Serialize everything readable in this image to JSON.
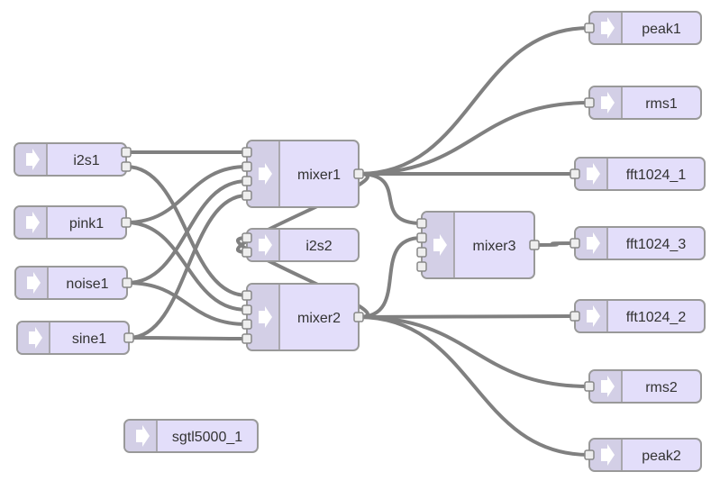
{
  "nodes": [
    {
      "id": "i2s1",
      "label": "i2s1",
      "icon": "arrow-icon"
    },
    {
      "id": "pink1",
      "label": "pink1",
      "icon": "arrow-icon"
    },
    {
      "id": "noise1",
      "label": "noise1",
      "icon": "arrow-icon"
    },
    {
      "id": "sine1",
      "label": "sine1",
      "icon": "arrow-icon"
    },
    {
      "id": "sgtl5000_1",
      "label": "sgtl5000_1",
      "icon": "arrow-icon"
    },
    {
      "id": "mixer1",
      "label": "mixer1",
      "icon": "arrow-icon"
    },
    {
      "id": "i2s2",
      "label": "i2s2",
      "icon": "arrow-icon"
    },
    {
      "id": "mixer2",
      "label": "mixer2",
      "icon": "arrow-icon"
    },
    {
      "id": "mixer3",
      "label": "mixer3",
      "icon": "arrow-icon"
    },
    {
      "id": "peak1",
      "label": "peak1",
      "icon": "arrow-icon"
    },
    {
      "id": "rms1",
      "label": "rms1",
      "icon": "arrow-icon"
    },
    {
      "id": "fft1024_1",
      "label": "fft1024_1",
      "icon": "arrow-icon"
    },
    {
      "id": "fft1024_3",
      "label": "fft1024_3",
      "icon": "arrow-icon"
    },
    {
      "id": "fft1024_2",
      "label": "fft1024_2",
      "icon": "arrow-icon"
    },
    {
      "id": "rms2",
      "label": "rms2",
      "icon": "arrow-icon"
    },
    {
      "id": "peak2",
      "label": "peak2",
      "icon": "arrow-icon"
    }
  ],
  "connections": [
    {
      "from": "i2s1",
      "from_port": 0,
      "to": "mixer1",
      "to_port": 0
    },
    {
      "from": "i2s1",
      "from_port": 1,
      "to": "mixer2",
      "to_port": 0
    },
    {
      "from": "pink1",
      "from_port": 0,
      "to": "mixer1",
      "to_port": 1
    },
    {
      "from": "pink1",
      "from_port": 0,
      "to": "mixer2",
      "to_port": 1
    },
    {
      "from": "noise1",
      "from_port": 0,
      "to": "mixer1",
      "to_port": 2
    },
    {
      "from": "noise1",
      "from_port": 0,
      "to": "mixer2",
      "to_port": 2
    },
    {
      "from": "sine1",
      "from_port": 0,
      "to": "mixer1",
      "to_port": 3
    },
    {
      "from": "sine1",
      "from_port": 0,
      "to": "mixer2",
      "to_port": 3
    },
    {
      "from": "mixer1",
      "from_port": 0,
      "to": "i2s2",
      "to_port": 1
    },
    {
      "from": "mixer2",
      "from_port": 0,
      "to": "i2s2",
      "to_port": 0
    },
    {
      "from": "mixer1",
      "from_port": 0,
      "to": "peak1",
      "to_port": 0
    },
    {
      "from": "mixer1",
      "from_port": 0,
      "to": "rms1",
      "to_port": 0
    },
    {
      "from": "mixer1",
      "from_port": 0,
      "to": "fft1024_1",
      "to_port": 0
    },
    {
      "from": "mixer1",
      "from_port": 0,
      "to": "mixer3",
      "to_port": 0
    },
    {
      "from": "mixer2",
      "from_port": 0,
      "to": "mixer3",
      "to_port": 1
    },
    {
      "from": "mixer2",
      "from_port": 0,
      "to": "fft1024_2",
      "to_port": 0
    },
    {
      "from": "mixer2",
      "from_port": 0,
      "to": "rms2",
      "to_port": 0
    },
    {
      "from": "mixer2",
      "from_port": 0,
      "to": "peak2",
      "to_port": 0
    },
    {
      "from": "mixer3",
      "from_port": 0,
      "to": "fft1024_3",
      "to_port": 0
    }
  ]
}
